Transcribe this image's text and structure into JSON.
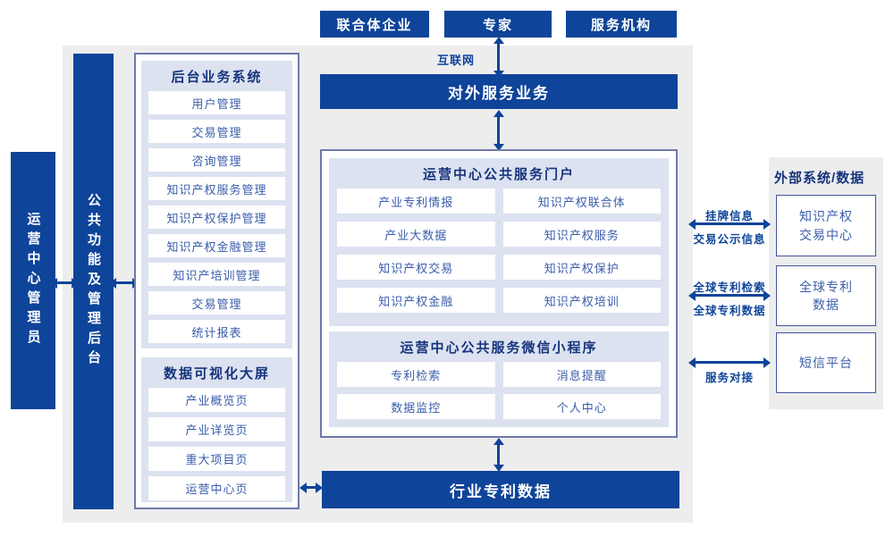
{
  "top_actors": {
    "box1": "联合体企业",
    "box2": "专家",
    "box3": "服务机构"
  },
  "internet_label": "互联网",
  "external_service_bar": "对外服务业务",
  "bottom_bar": "行业专利数据",
  "left_bars": {
    "admin": "运营中心管理员",
    "public_backend": "公共功能及管理后台"
  },
  "backstage": {
    "title": "后台业务系统",
    "items": [
      "用户管理",
      "交易管理",
      "咨询管理",
      "知识产权服务管理",
      "知识产权保护管理",
      "知识产权金融管理",
      "知识产培训管理",
      "交易管理",
      "统计报表"
    ]
  },
  "dashboard": {
    "title": "数据可视化大屏",
    "items": [
      "产业概览页",
      "产业详览页",
      "重大项目页",
      "运营中心页"
    ]
  },
  "portal": {
    "title": "运营中心公共服务门户",
    "items": [
      "产业专利情报",
      "知识产权联合体",
      "产业大数据",
      "知识产权服务",
      "知识产权交易",
      "知识产权保护",
      "知识产权金融",
      "知识产权培训"
    ]
  },
  "miniprogram": {
    "title": "运营中心公共服务微信小程序",
    "items": [
      "专利检索",
      "消息提醒",
      "数据监控",
      "个人中心"
    ]
  },
  "external": {
    "title": "外部系统/数据",
    "systems": [
      {
        "line1": "知识产权",
        "line2": "交易中心"
      },
      {
        "line1": "全球专利",
        "line2": "数据"
      },
      {
        "line1": "短信平台",
        "line2": ""
      }
    ],
    "links": [
      {
        "above": "挂牌信息",
        "below": "交易公示信息"
      },
      {
        "above": "全球专利检索",
        "below": "全球专利数据"
      },
      {
        "above": "",
        "below": "服务对接"
      }
    ]
  },
  "colors": {
    "primary_blue": "#0e4499",
    "subpanel_bg": "#dde2f1",
    "panel_border": "#6f79a8",
    "item_text": "#3a5dab",
    "header_text": "#16347c",
    "background_gray": "#ededee"
  }
}
